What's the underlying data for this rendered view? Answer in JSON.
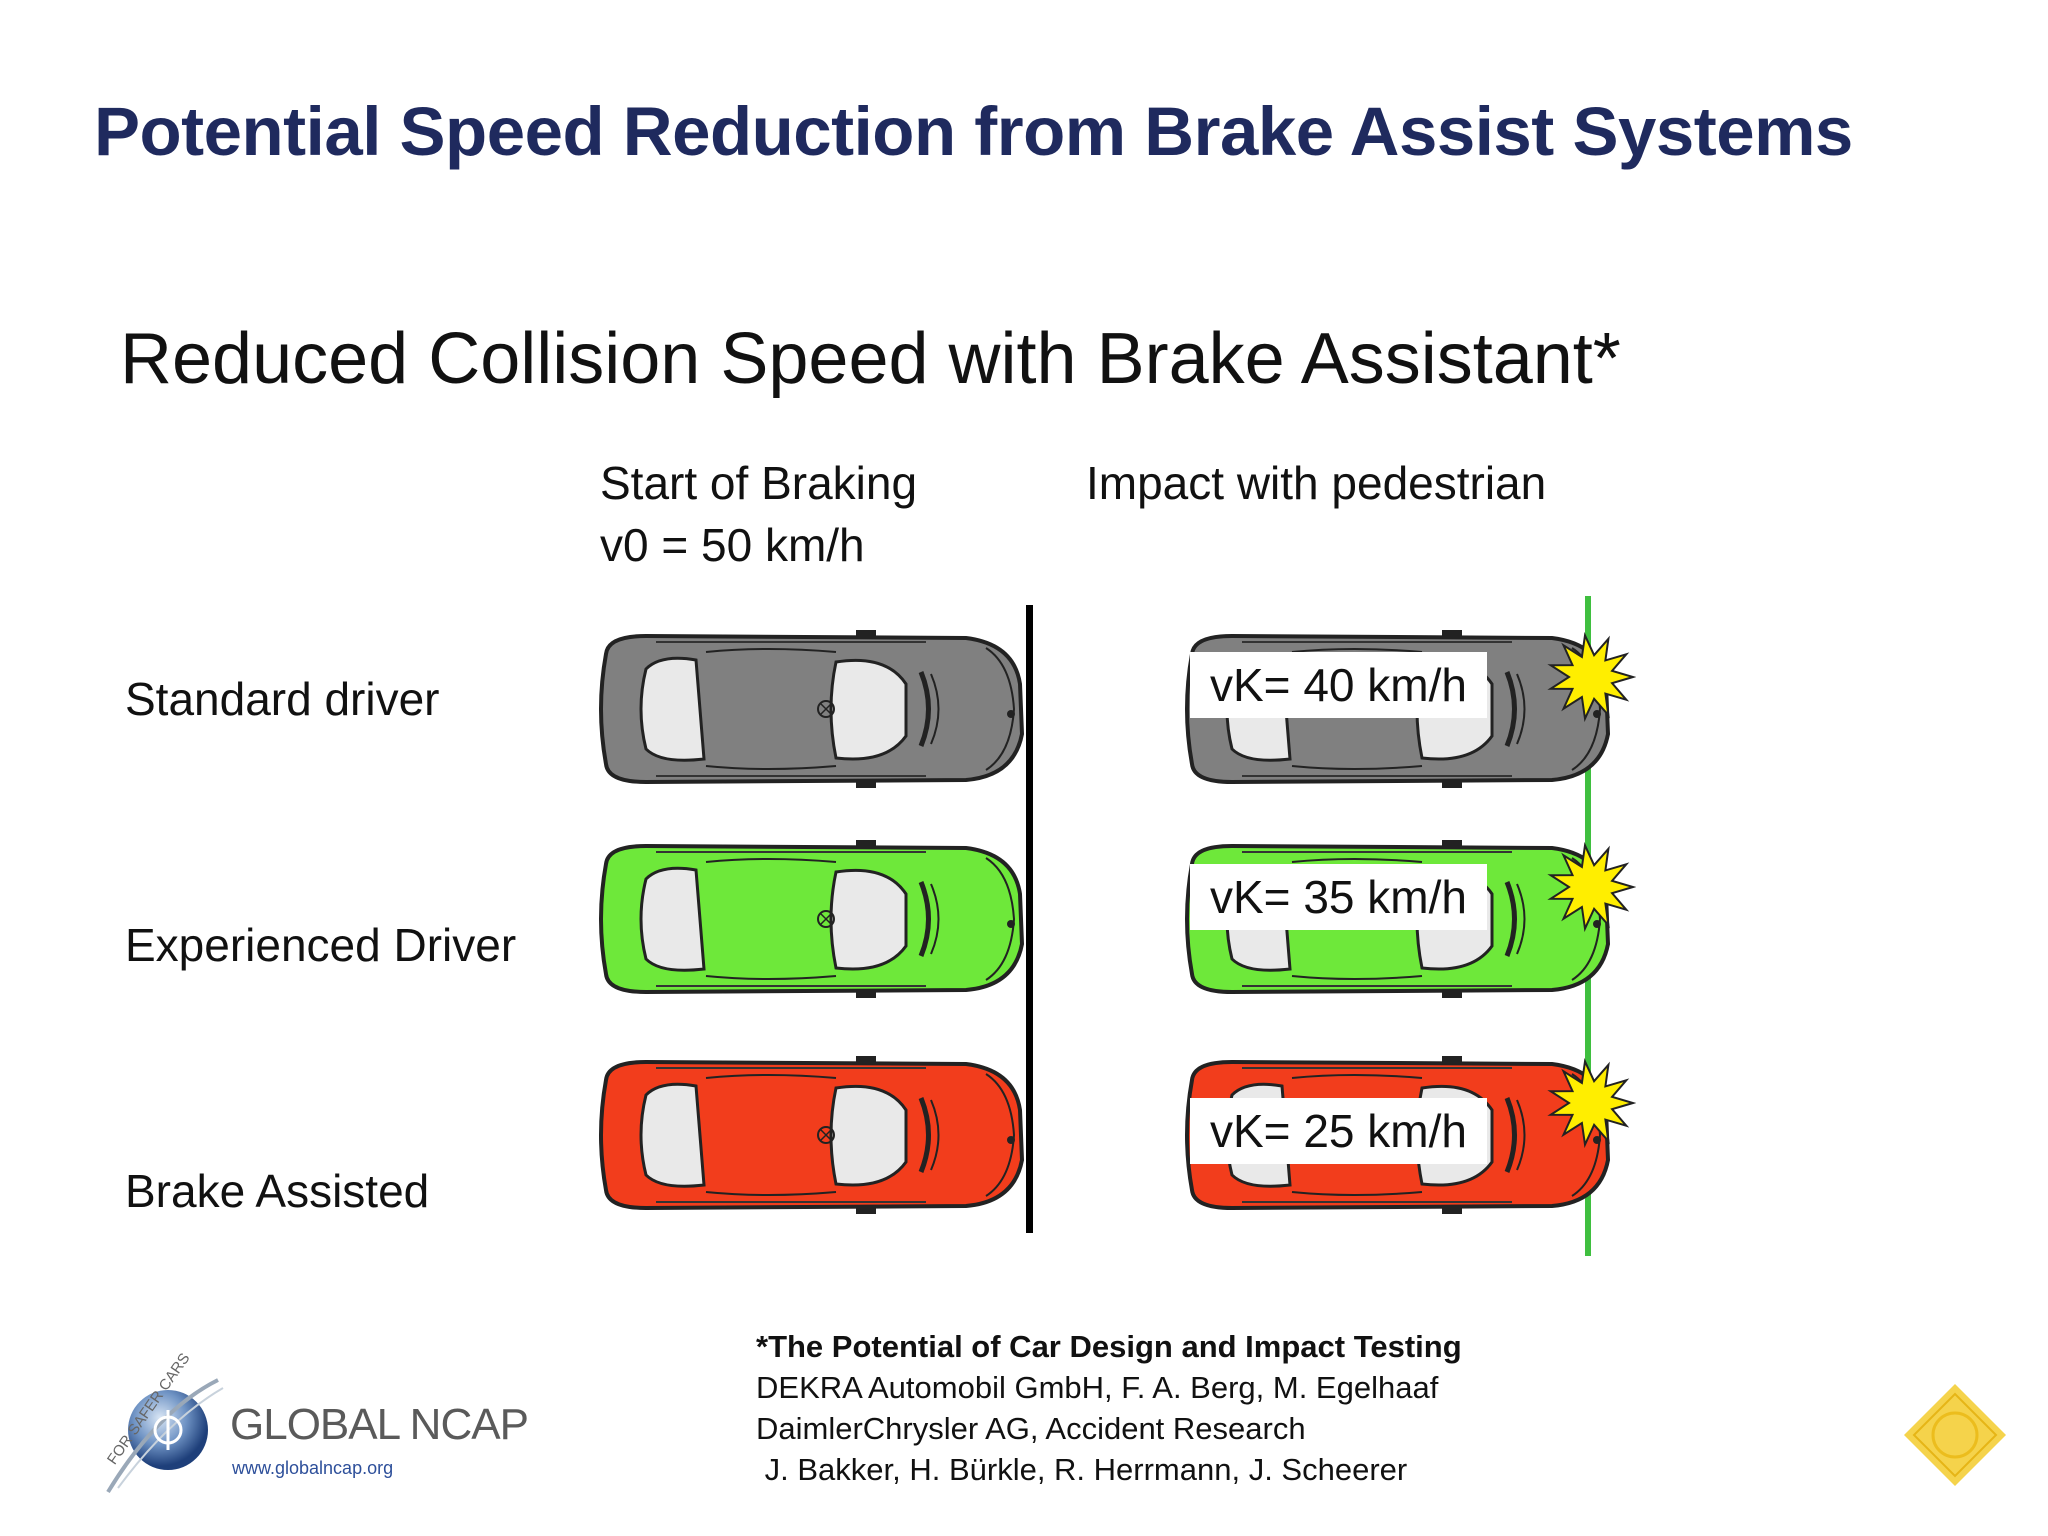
{
  "title": "Potential Speed Reduction from Brake Assist Systems",
  "subtitle": "Reduced Collision Speed with Brake Assistant*",
  "columns": {
    "start_line1": "Start of Braking",
    "start_line2": "v0 = 50 km/h",
    "impact": "Impact with pedestrian"
  },
  "rows": [
    {
      "label": "Standard driver",
      "impact_speed": "vK= 40 km/h",
      "color": "#808080"
    },
    {
      "label": "Experienced Driver",
      "impact_speed": "vK= 35 km/h",
      "color": "#6ee83a"
    },
    {
      "label": "Brake Assisted",
      "impact_speed": "vK= 25 km/h",
      "color": "#f23d1c"
    }
  ],
  "colors": {
    "title": "#1f2a5e",
    "brake_line": "#000000",
    "impact_line": "#3fbf3f",
    "impact_star": "#ffee00"
  },
  "reference": {
    "title": "*The Potential of Car Design and Impact Testing",
    "line1": "DEKRA Automobil GmbH, F. A. Berg, M. Egelhaaf",
    "line2": "DaimlerChrysler AG, Accident Research",
    "line3": " J. Bakker, H. Bürkle, R. Herrmann, J. Scheerer"
  },
  "logo": {
    "name": "GLOBAL NCAP",
    "tagline": "FOR SAFER CARS",
    "url": "www.globalncap.org"
  }
}
